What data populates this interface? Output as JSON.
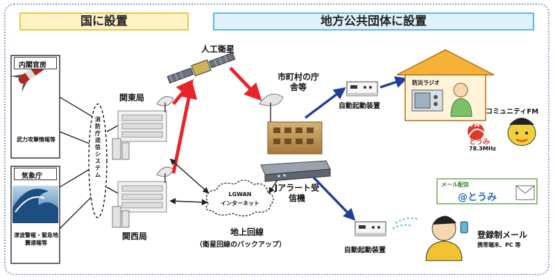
{
  "header": {
    "national": "国に設置",
    "local": "地方公共団体に設置"
  },
  "sources": {
    "cabinet": "内閣官房",
    "cabinet_info": "武力攻撃情報等",
    "jma": "気象庁",
    "jma_info": "津波警報・緊急地震速報等"
  },
  "fdma_system": "消防庁送信システム",
  "stations": {
    "kanto": "関東局",
    "kansai": "関西局"
  },
  "satellite": "人工衛星",
  "municipal": "市町村の庁舎等",
  "receiver": "Jアラート受信機",
  "lgwan": {
    "line1": "LGWAN",
    "line2": "インターネット"
  },
  "ground": {
    "title": "地上回線",
    "note": "（衛星回線のバックアップ）"
  },
  "auto_device_top": "自動起動装置",
  "auto_device_bottom": "自動起動装置",
  "radio": {
    "label": "防災ラジオ"
  },
  "community_fm": {
    "title": "コミュニティFM",
    "logo_fm": "FM",
    "logo_name": "とうみ",
    "freq": "78.3MHz"
  },
  "mail": {
    "tag": "メール配信",
    "logo": "@とうみ",
    "title": "登録制メール",
    "devices": "携帯端末、PC 等"
  },
  "colors": {
    "red_arrow": "#e8242a",
    "blue_arrow": "#1f3f9a",
    "accent_yellow": "#e8c64a",
    "accent_blue": "#5db7e0"
  }
}
